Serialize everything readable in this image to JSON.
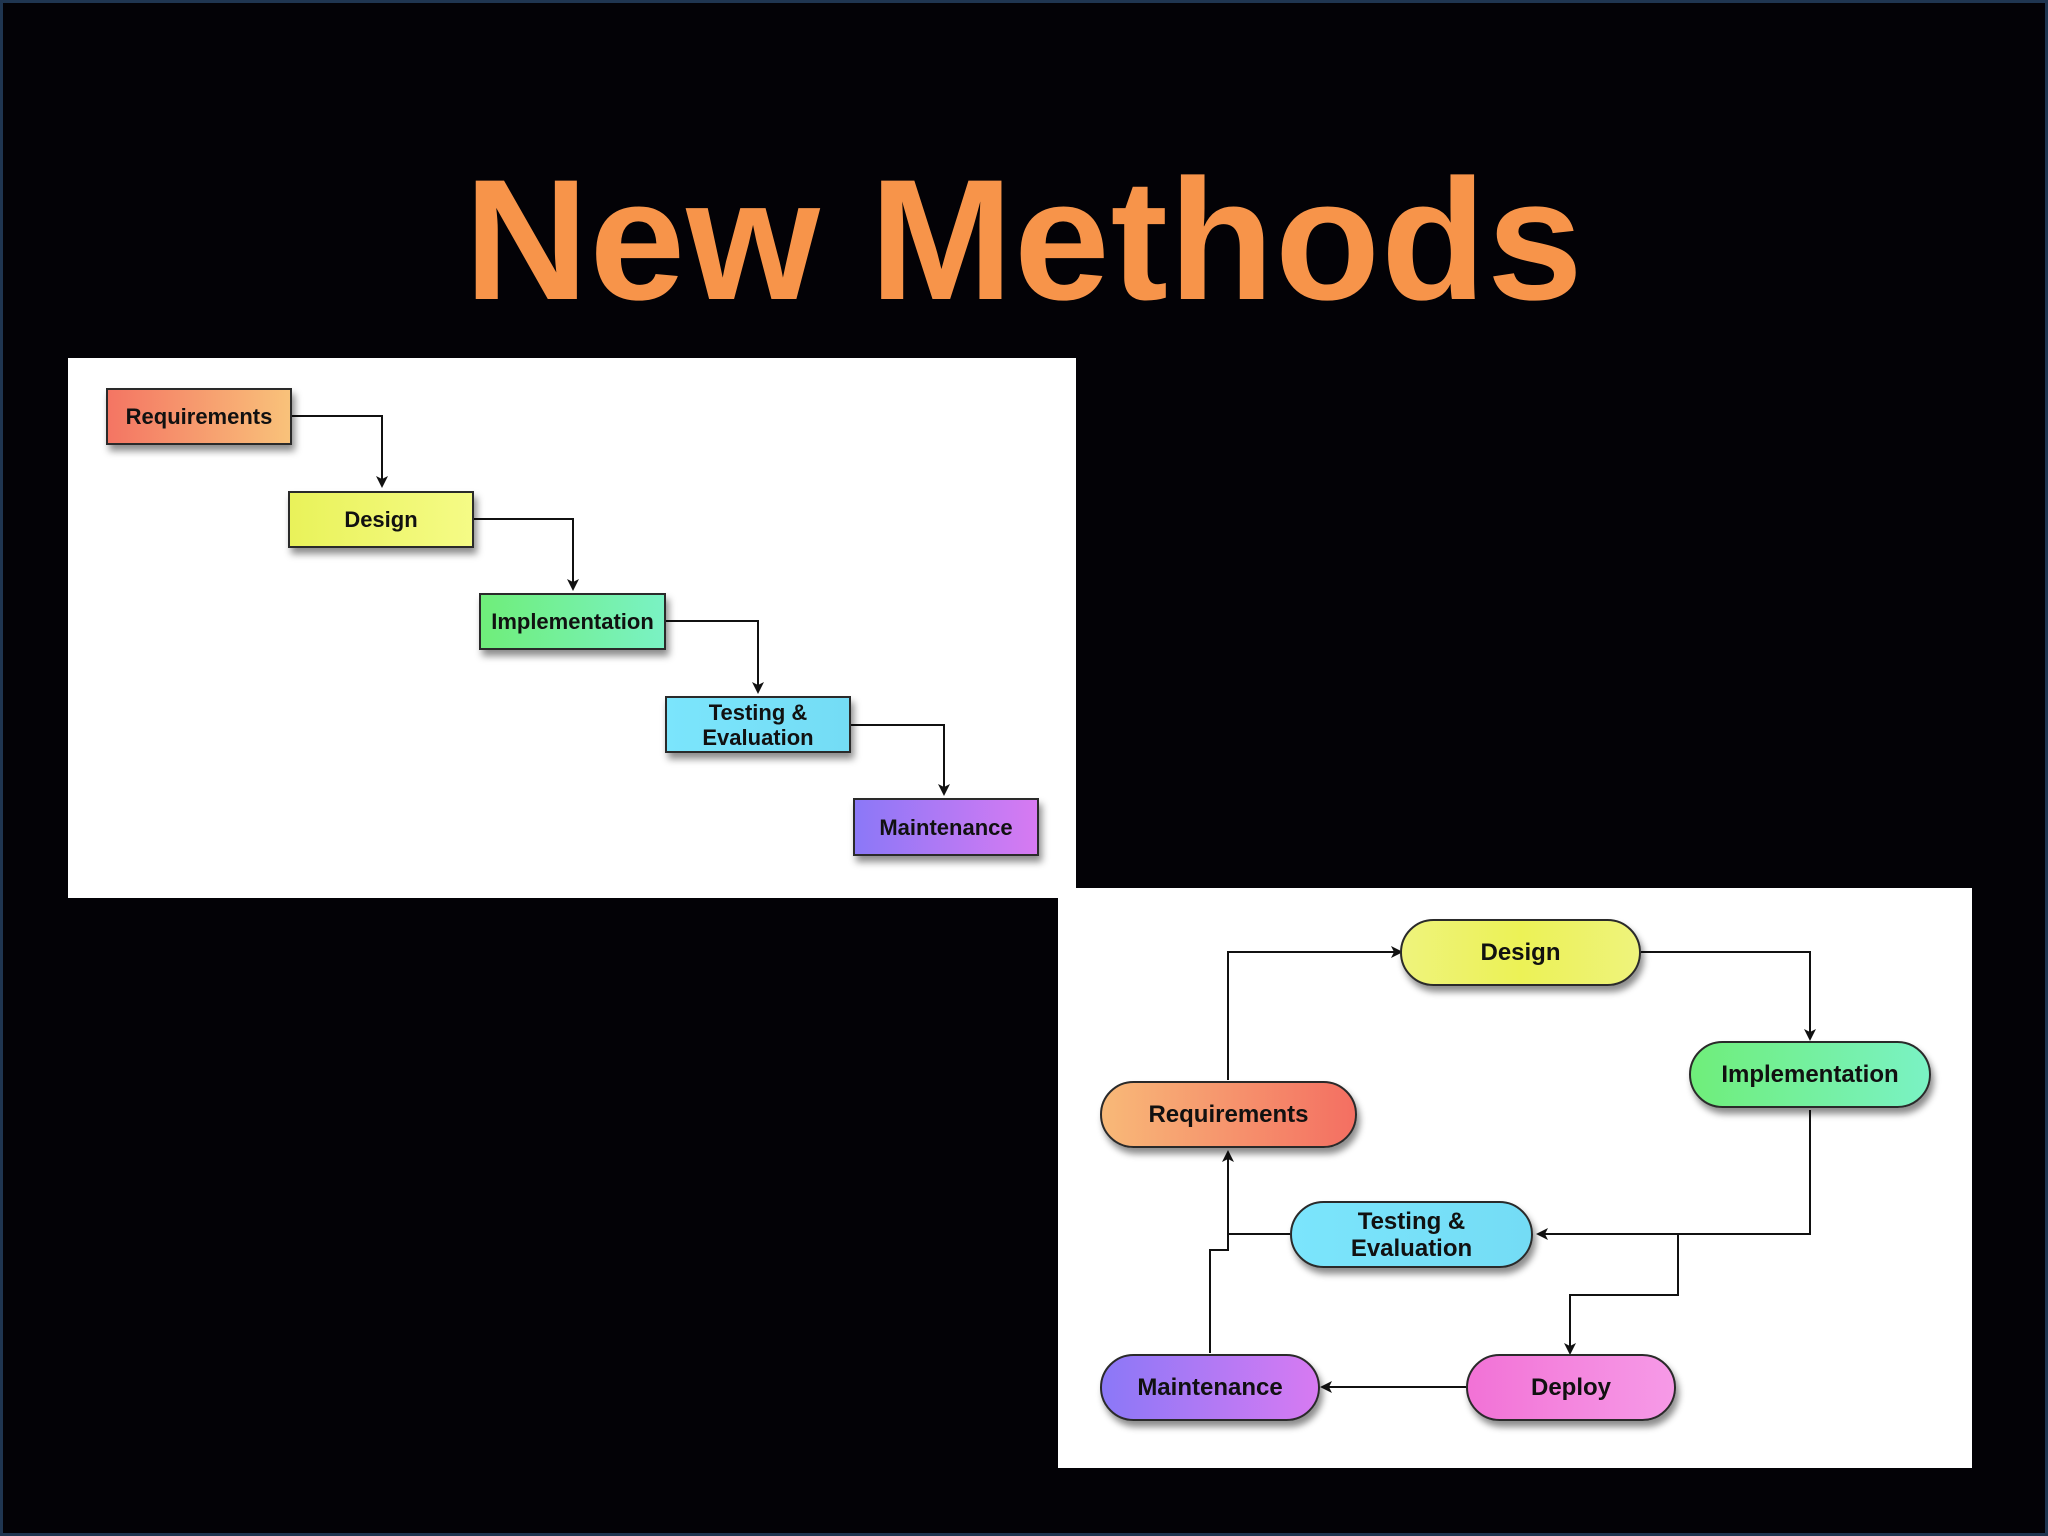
{
  "title": "New Methods",
  "waterfall": {
    "steps": [
      {
        "label": "Requirements"
      },
      {
        "label": "Design"
      },
      {
        "label": "Implementation"
      },
      {
        "label": "Testing &\nEvaluation"
      },
      {
        "label": "Maintenance"
      }
    ]
  },
  "cycle": {
    "nodes": {
      "design": "Design",
      "implementation": "Implementation",
      "requirements": "Requirements",
      "testing": "Testing &\nEvaluation",
      "maintenance": "Maintenance",
      "deploy": "Deploy"
    }
  },
  "colors": {
    "title": "#f7944a",
    "background": "#030206",
    "frame": "#1f3550"
  }
}
